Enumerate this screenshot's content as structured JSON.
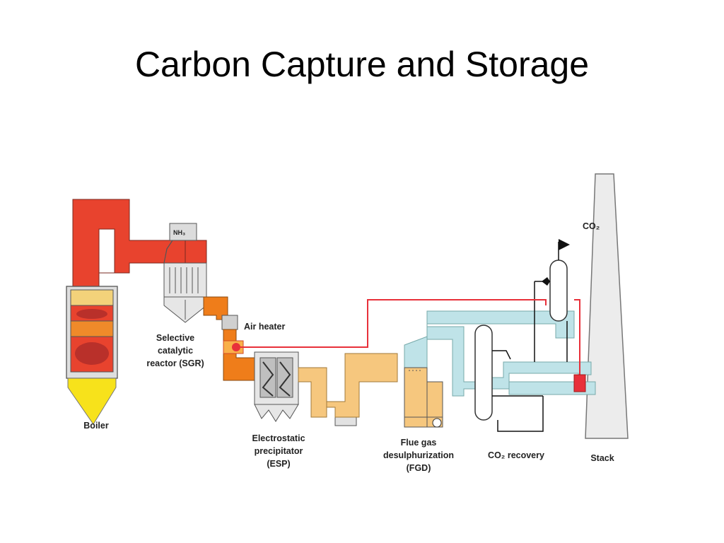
{
  "slide": {
    "title": "Carbon Capture and Storage"
  },
  "labels": {
    "nh3": "NH₃",
    "co2_out": "CO₂",
    "air_heater": "Air heater",
    "scr": [
      "Selective",
      "catalytic",
      "reactor (SGR)"
    ],
    "boiler": "Boiler",
    "esp": [
      "Electrostatic",
      "precipitator",
      "(ESP)"
    ],
    "fgd": [
      "Flue gas",
      "desulphurization",
      "(FGD)"
    ],
    "co2_recovery": "CO₂ recovery",
    "stack": "Stack"
  },
  "colors": {
    "boiler_red": "#e8432e",
    "duct_orange": "#ef7d1a",
    "duct_tan": "#f6c77e",
    "duct_blue": "#bfe3e8",
    "steam_red": "#e8303a",
    "fuel_yellow": "#f7e21b",
    "equipment_gray": "#d9d9d9"
  }
}
